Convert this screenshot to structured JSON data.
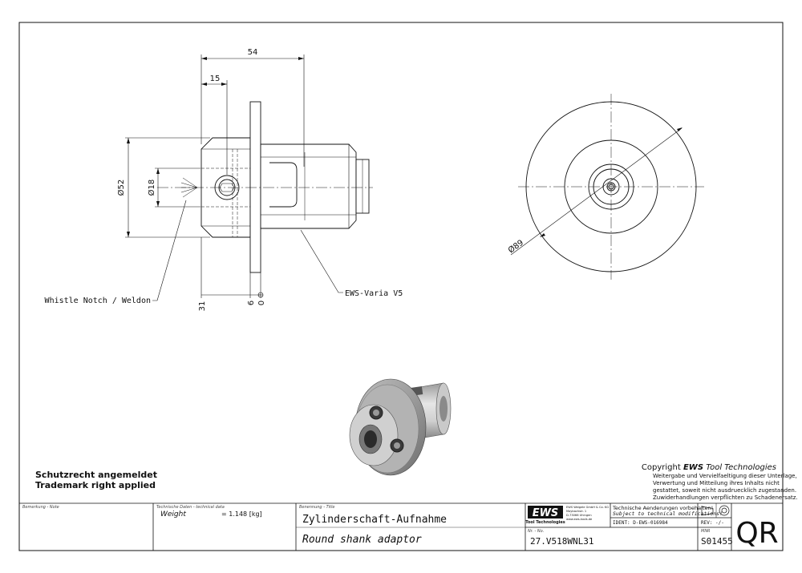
{
  "drawing": {
    "dim_overall_length": "54",
    "dim_flange_offset": "15",
    "dim_diameter_52": "Ø52",
    "dim_diameter_18": "Ø18",
    "dim_diameter_89": "Ø89",
    "dim_31": "31",
    "dim_6": "6",
    "dim_0": "0",
    "label_weldon": "Whistle Notch / Weldon",
    "label_varia": "EWS-Varia V5"
  },
  "notices": {
    "patent_de": "Schutzrecht angemeldet",
    "patent_en": "Trademark right applied",
    "copyright_prefix": "Copyright",
    "copyright_brand": "EWS",
    "copyright_suffix": "Tool Technologies",
    "copyright_lines": [
      "Weitergabe und Vervielfaeltigung dieser Unterlage,",
      "Verwertung und Mitteilung ihres Inhalts nicht",
      "gestattet, soweit nicht ausdruecklich zugestanden.",
      "Zuwiderhandlungen verpflichten zu Schadenersatz."
    ]
  },
  "title_block": {
    "note_label": "Bemerkung - Note",
    "tech_label": "Technische Daten - technical data",
    "weight_label": "Weight",
    "weight_value": "= 1.148 [kg]",
    "title_label": "Benennung - Title",
    "title_de": "Zylinderschaft-Aufnahme",
    "title_en": "Round shank adaptor",
    "logo": "EWS",
    "logo_sub": "Tool Technologies",
    "company_lines": [
      "EWS Weigele GmbH & Co. KG",
      "Maybachstr. 1",
      "D-73066 Uhingen",
      "www.ews-tools.de"
    ],
    "changes_de": "Technische Aenderungen vorbehalten!",
    "changes_en": "Subject to technical modifications!",
    "ident": "IDENT: D-EWS-016984",
    "rev": "REV: -/-",
    "nr_label": "Nr. - No.",
    "part_number": "27.V518WNL31",
    "mnr_label": "MNR",
    "mnr": "S01455",
    "qr": "QR"
  }
}
